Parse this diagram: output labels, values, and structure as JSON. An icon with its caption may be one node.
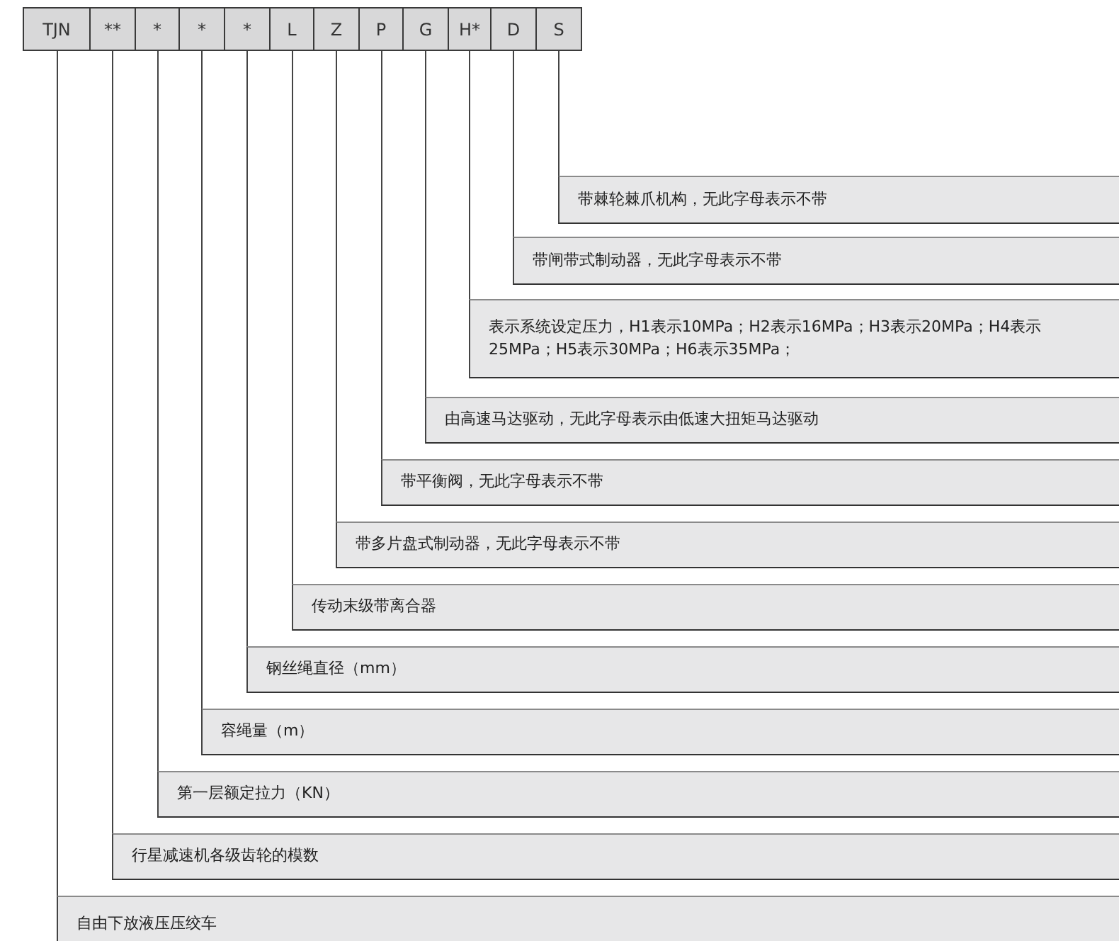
{
  "diagram": {
    "nodes": [
      {
        "text": [
          "TJN"
        ]
      },
      {
        "text": [
          "**"
        ]
      },
      {
        "text": [
          "*"
        ]
      },
      {
        "text": [
          "*"
        ]
      },
      {
        "text": [
          "*"
        ]
      },
      {
        "text": [
          "L"
        ]
      },
      {
        "text": [
          "Z"
        ]
      },
      {
        "text": [
          "P"
        ]
      },
      {
        "text": [
          "G"
        ]
      },
      {
        "text": [
          "H*"
        ]
      },
      {
        "text": [
          "D"
        ]
      },
      {
        "text": [
          "S"
        ]
      },
      {
        "text": [
          "带棘轮棘爪机构，无此字母表示不带"
        ]
      },
      {
        "text": [
          "带闸带式制动器，无此字母表示不带"
        ]
      },
      {
        "text": [
          "表示系统设定压力，H1表示10MPa；H2表示16MPa；H3表示20MPa；H4表示25MPa；H5表示30MPa；H6表示35MPa；"
        ]
      },
      {
        "text": [
          "由高速马达驱动，无此字母表示由低速大扭矩马达驱动"
        ]
      },
      {
        "text": [
          "带平衡阀，无此字母表示不带"
        ]
      },
      {
        "text": [
          "带多片盘式制动器，无此字母表示不带"
        ]
      },
      {
        "text": [
          "传动末级带离合器"
        ]
      },
      {
        "text": [
          "钢丝绳直径（mm）"
        ]
      },
      {
        "text": [
          "容绳量（m）"
        ]
      },
      {
        "text": [
          "第一层额定拉力（KN）"
        ]
      },
      {
        "text": [
          "行星减速机各级齿轮的模数"
        ]
      },
      {
        "text": [
          "自由下放液压压绞车"
        ]
      }
    ],
    "edges": [
      {
        "from": 11,
        "to": 12,
        "arrow": "none"
      },
      {
        "from": 10,
        "to": 13,
        "arrow": "none"
      },
      {
        "from": 9,
        "to": 14,
        "arrow": "none"
      },
      {
        "from": 8,
        "to": 15,
        "arrow": "none"
      },
      {
        "from": 7,
        "to": 16,
        "arrow": "none"
      },
      {
        "from": 6,
        "to": 17,
        "arrow": "none"
      },
      {
        "from": 5,
        "to": 18,
        "arrow": "none"
      },
      {
        "from": 4,
        "to": 19,
        "arrow": "none"
      },
      {
        "from": 3,
        "to": 20,
        "arrow": "none"
      },
      {
        "from": 2,
        "to": 21,
        "arrow": "none"
      },
      {
        "from": 1,
        "to": 22,
        "arrow": "none"
      },
      {
        "from": 0,
        "to": 23,
        "arrow": "none"
      }
    ]
  }
}
